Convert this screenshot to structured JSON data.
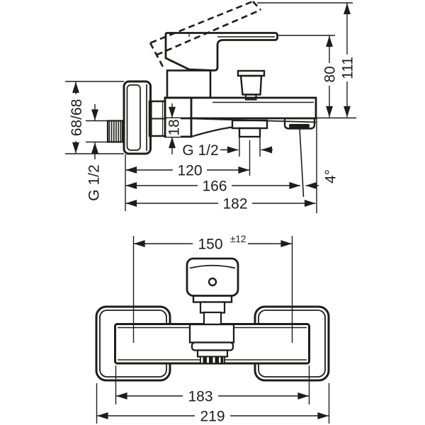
{
  "drawing": {
    "product": "bath-mixer-installation-drawing"
  },
  "side_view": {
    "dims": {
      "total_height": "111",
      "handle_height": "80",
      "escutcheon_span": "68/68",
      "inlet_thread": "G 1/2",
      "spout_drop": "18",
      "outlet_thread": "G 1/2",
      "spout_reach": "120",
      "outlet_reach": "166",
      "total_depth": "182",
      "spout_angle": "4°"
    }
  },
  "front_view": {
    "dims": {
      "connection_spread": "150",
      "connection_tolerance": "±12",
      "body_width": "183",
      "total_width": "219"
    }
  }
}
